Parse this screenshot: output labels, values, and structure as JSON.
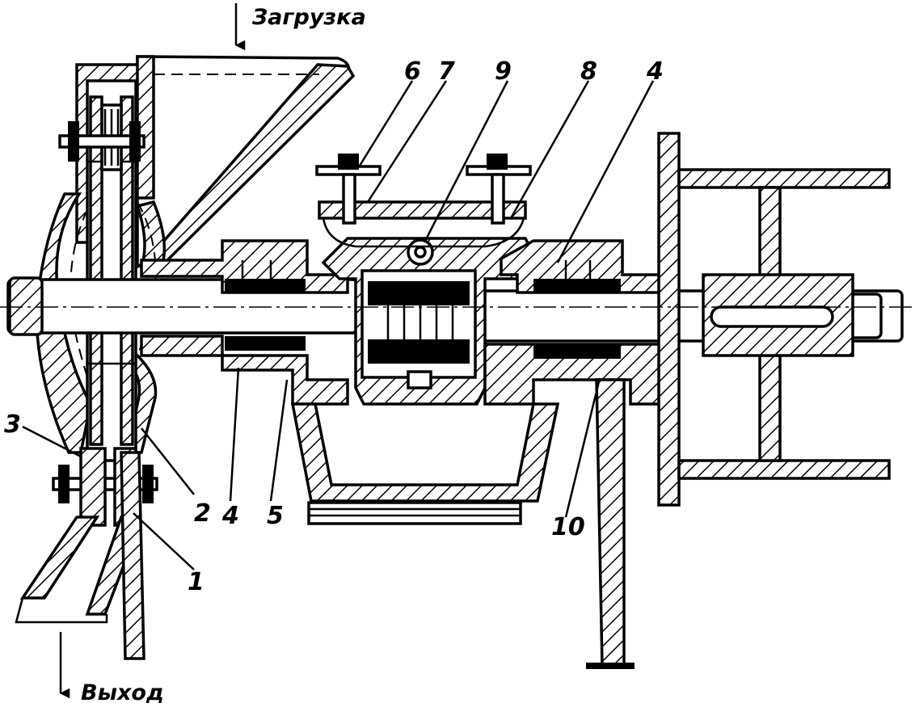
{
  "flow": {
    "inlet_label": "Загрузка",
    "outlet_label": "Выход"
  },
  "callouts": {
    "c6": "6",
    "c7": "7",
    "c9": "9",
    "c8": "8",
    "c4_top": "4",
    "c3": "3",
    "c2": "2",
    "c4_bottom": "4",
    "c5": "5",
    "c1": "1",
    "c10": "10"
  },
  "colors": {
    "ink": "#000000",
    "paper": "#ffffff"
  }
}
